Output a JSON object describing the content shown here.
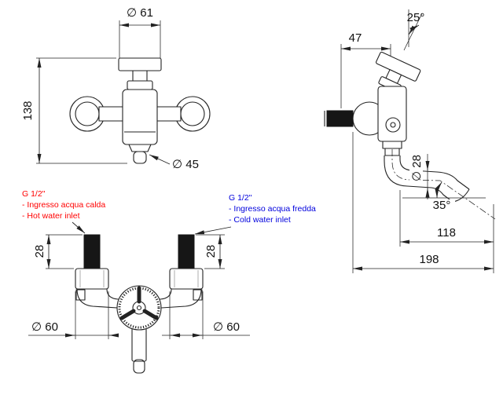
{
  "front_view": {
    "dim_handle_diameter": "∅ 61",
    "dim_height": "138",
    "dim_spout_diameter": "∅ 45"
  },
  "side_view": {
    "dim_handle_angle": "25°",
    "dim_depth": "47",
    "dim_tube_diameter": "∅ 28",
    "dim_spout_angle": "35°",
    "dim_spout_reach": "118",
    "dim_total_depth": "198"
  },
  "bottom_view": {
    "hot_inlet": {
      "thread": "G 1/2\"",
      "label_it": "- Ingresso acqua calda",
      "label_en": "- Hot water inlet"
    },
    "cold_inlet": {
      "thread": "G 1/2\"",
      "label_it": "- Ingresso acqua fredda",
      "label_en": "- Cold water inlet"
    },
    "dim_inlet_left": "28",
    "dim_inlet_right": "28",
    "dim_flange_left": "∅ 60",
    "dim_flange_right": "∅ 60"
  },
  "colors": {
    "hot": "#ff0000",
    "cold": "#0000dd",
    "line": "#222222"
  }
}
